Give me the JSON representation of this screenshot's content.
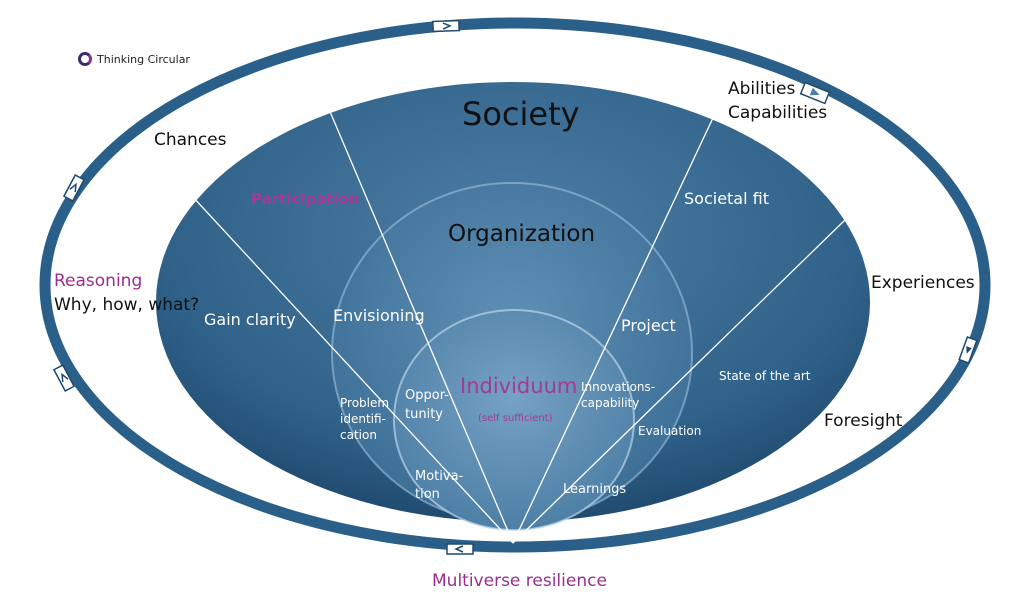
{
  "logo": {
    "text": "Thinking Circular",
    "icon": "circular-ring-icon"
  },
  "colors": {
    "ring": "#2a5f8a",
    "ellipse_dark": "#1f4a6e",
    "ellipse_light": "#5f8fb3",
    "accent": "#9b2d8f",
    "text_dark": "#111111"
  },
  "outer_labels": {
    "chances": "Chances",
    "abilities": "Abilities",
    "capabilities": "Capabilities",
    "reasoning": "Reasoning",
    "why": "Why, how, what?",
    "experiences": "Experiences",
    "foresight": "Foresight",
    "multiverse": "Multiverse resilience"
  },
  "levels": {
    "society": "Society",
    "organization": "Organization",
    "individuum": "Individuum",
    "individuum_sub": "(self sufficient)"
  },
  "society_segments": {
    "participation": "Participation",
    "societal_fit": "Societal fit",
    "gain_clarity": "Gain clarity",
    "state_of_art": "State of the art"
  },
  "organization_segments": {
    "envisioning": "Envisioning",
    "project": "Project",
    "problem_1": "Problem",
    "problem_2": "identifi-",
    "problem_3": "cation",
    "evaluation": "Evaluation"
  },
  "individual_segments": {
    "opportunity_1": "Oppor-",
    "opportunity_2": "tunity",
    "innovations_1": "Innovations-",
    "innovations_2": "capability",
    "motivation_1": "Motiva-",
    "motivation_2": "tion",
    "learnings": "Learnings"
  },
  "ring_markers": [
    "arrow-right-icon",
    "arrow-right-icon",
    "arrow-down-icon",
    "arrow-left-icon",
    "arrow-up-icon",
    "arrow-up-icon"
  ]
}
